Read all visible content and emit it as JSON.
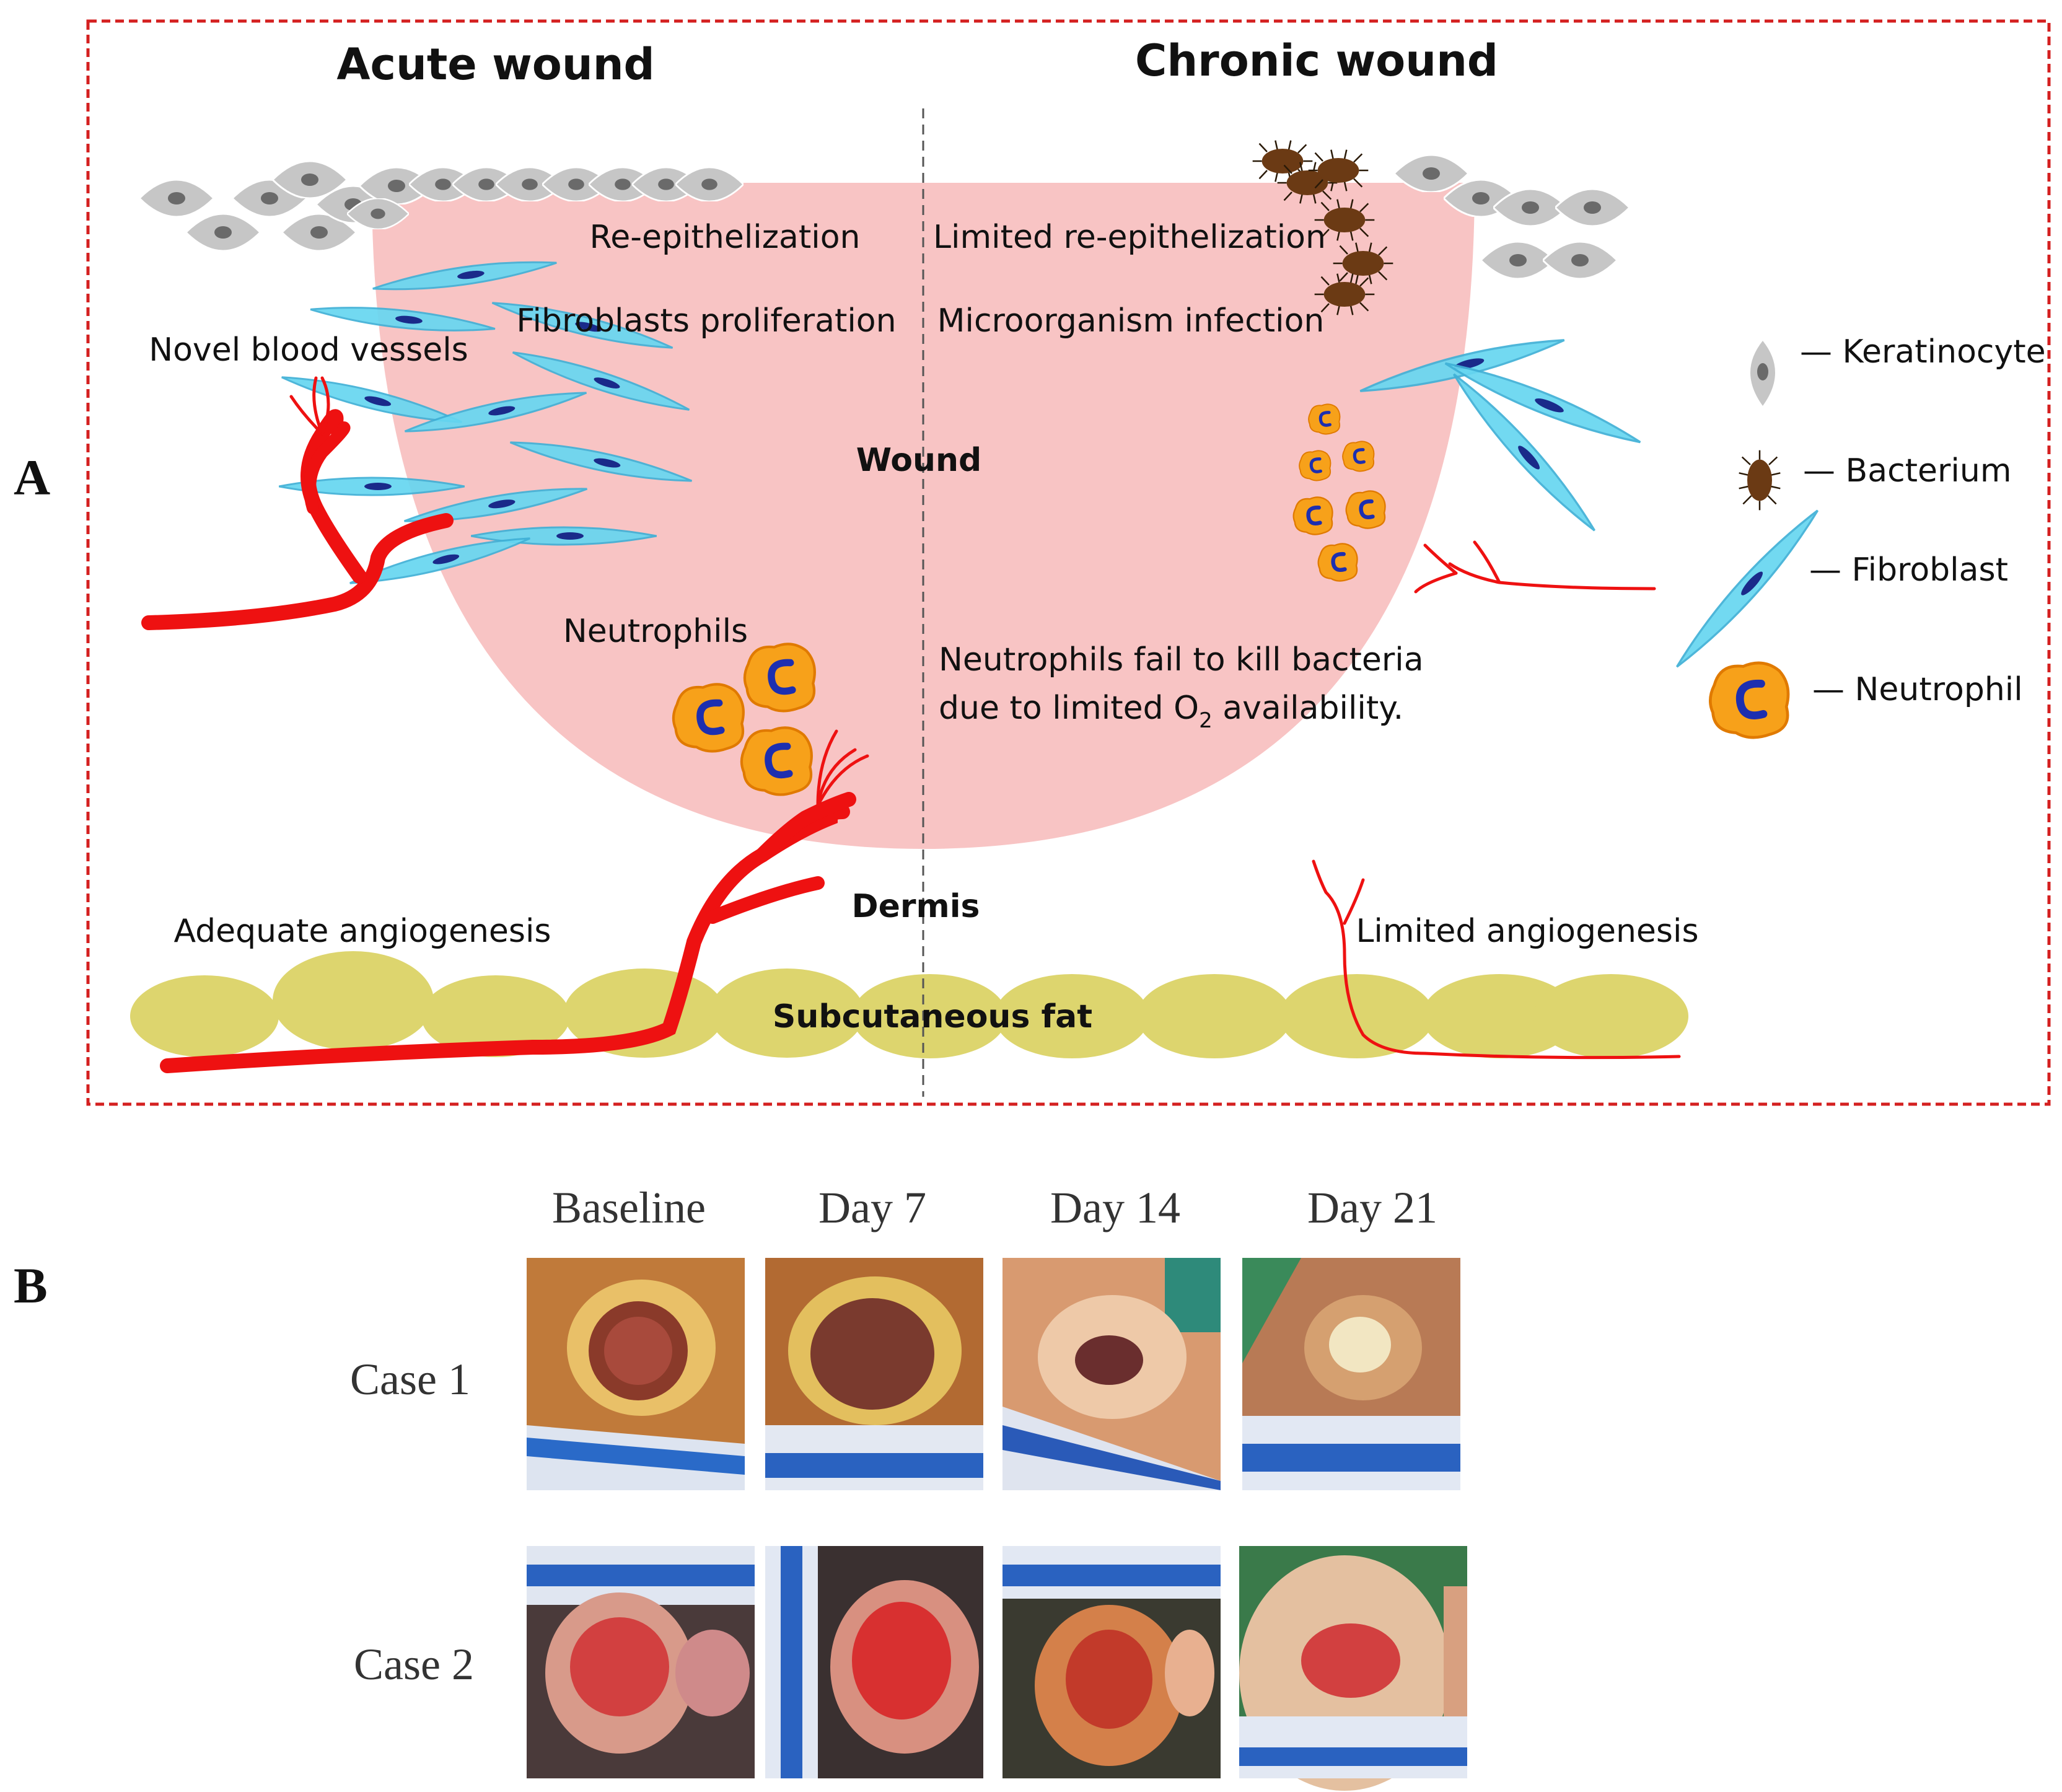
{
  "panel_a": {
    "letter": "A",
    "acute_title": "Acute wound",
    "chronic_title": "Chronic wound",
    "acute_labels": {
      "reepithelization": "Re-epithelization",
      "fibroblasts": "Fibroblasts proliferation",
      "novel_vessels": "Novel blood vessels",
      "neutrophils": "Neutrophils",
      "angiogenesis": "Adequate angiogenesis"
    },
    "chronic_labels": {
      "reepithelization": "Limited re-epithelization",
      "infection": "Microorganism infection",
      "neutrophil_fail_1": "Neutrophils fail to kill bacteria",
      "neutrophil_fail_2_pre": "due to limited O",
      "neutrophil_fail_2_sub": "2",
      "neutrophil_fail_2_post": " availability.",
      "angiogenesis": "Limited angiogenesis"
    },
    "layers": {
      "wound": "Wound",
      "dermis": "Dermis",
      "fat": "Subcutaneous fat"
    },
    "legend": [
      {
        "icon": "keratinocyte-icon",
        "label": "— Keratinocyte"
      },
      {
        "icon": "bacterium-icon",
        "label": "— Bacterium"
      },
      {
        "icon": "fibroblast-icon",
        "label": "— Fibroblast"
      },
      {
        "icon": "neutrophil-icon",
        "label": "— Neutrophil"
      }
    ],
    "colors": {
      "wound": "#f8c4c4",
      "fat": "#ddd56e",
      "vessel": "#ee1111",
      "keratinocyte": "#c8c8c8",
      "fibroblast": "#5fd2ee",
      "neutrophil": "#f7a11a",
      "nucleus": "#1d2fb0",
      "bacterium": "#6b3a14",
      "frame": "#d42020"
    }
  },
  "panel_b": {
    "letter": "B",
    "columns": [
      "Baseline",
      "Day 7",
      "Day 14",
      "Day 21"
    ],
    "rows": [
      "Case 1",
      "Case 2"
    ]
  }
}
